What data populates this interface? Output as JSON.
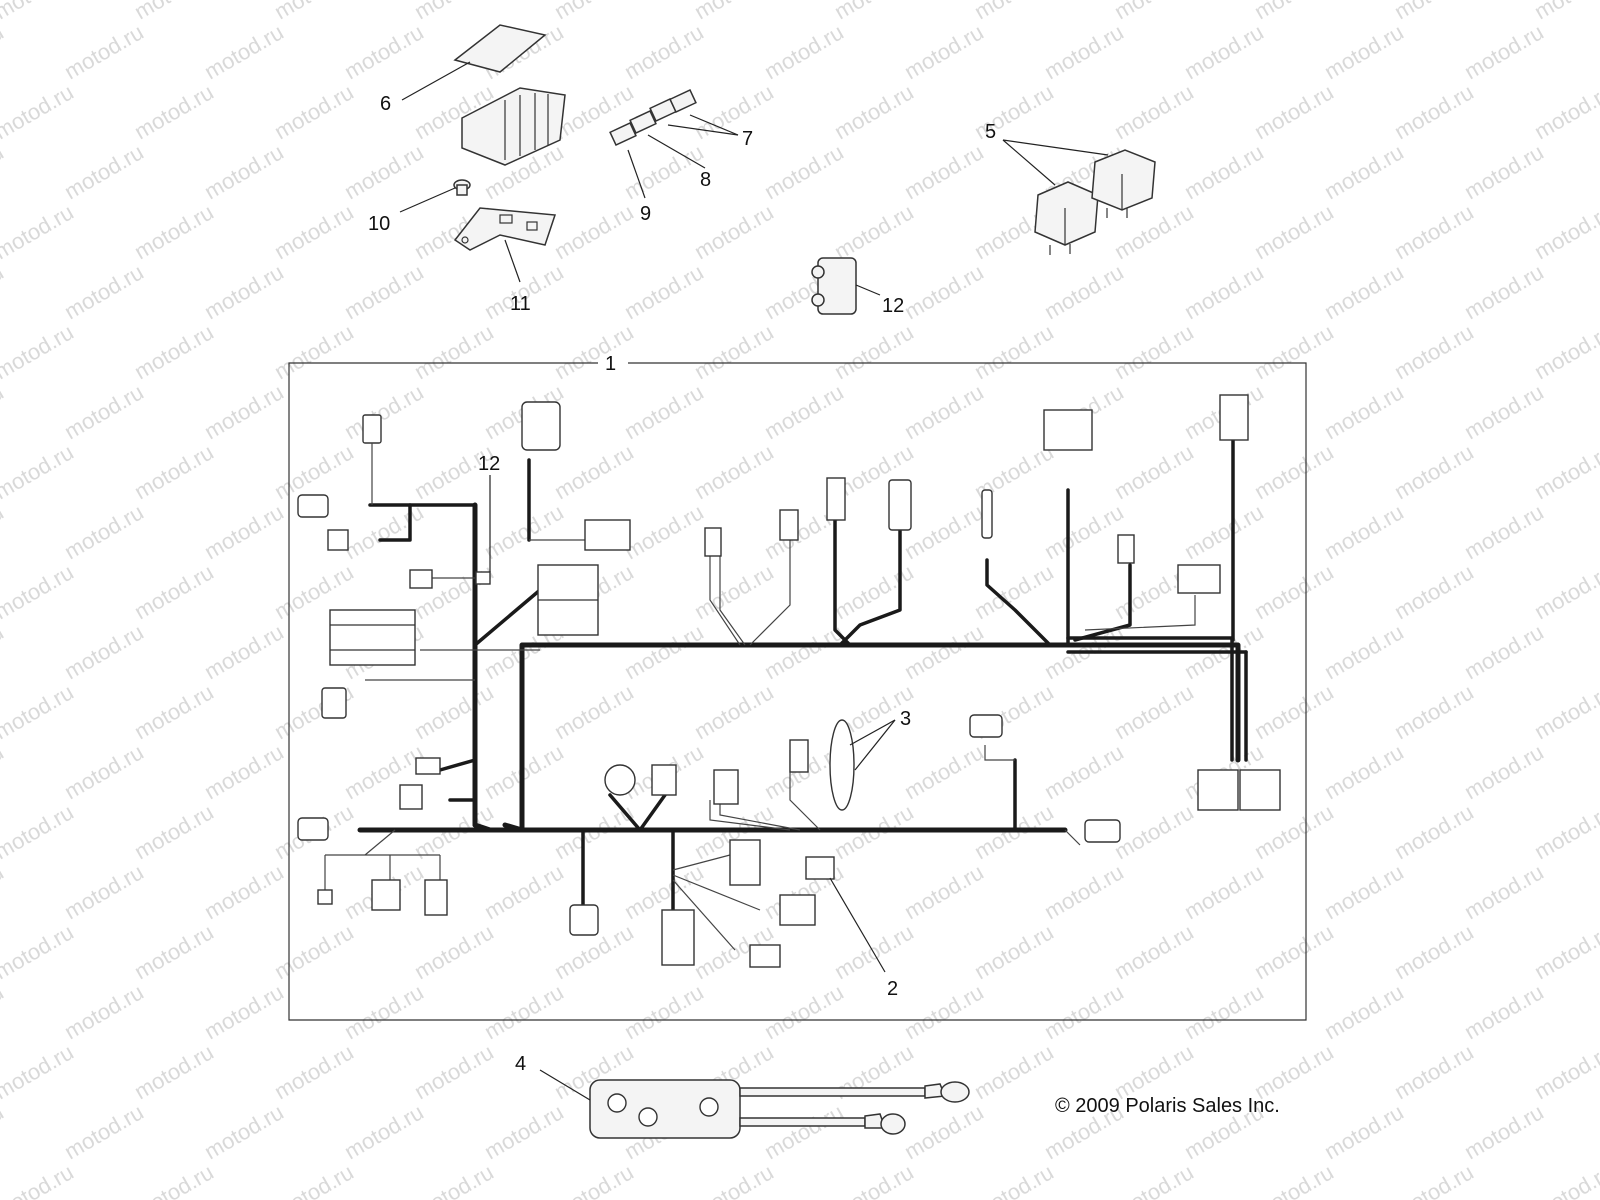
{
  "watermark": "motod.ru",
  "callouts": {
    "c1": "1",
    "c2": "2",
    "c3": "3",
    "c4": "4",
    "c5": "5",
    "c6": "6",
    "c7": "7",
    "c8": "8",
    "c9": "9",
    "c10": "10",
    "c11": "11",
    "c12_top": "12",
    "c12_harness": "12"
  },
  "copyright": "© 2009 Polaris Sales Inc."
}
